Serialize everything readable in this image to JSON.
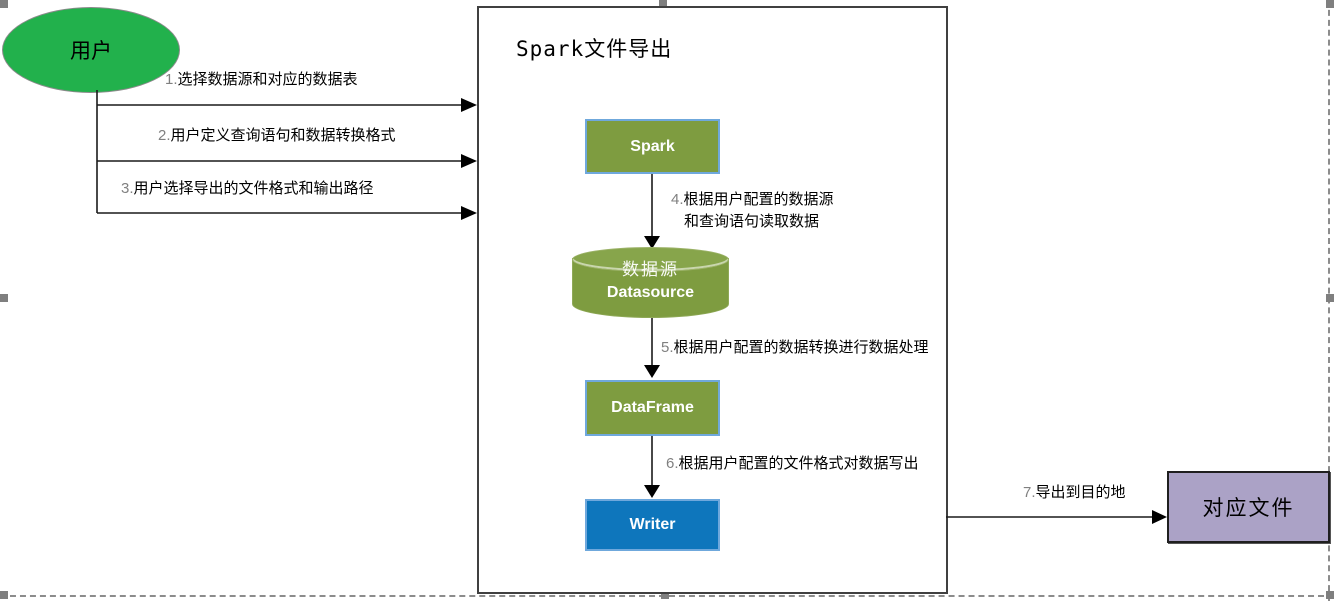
{
  "diagram": {
    "actor": {
      "label": "用户"
    },
    "container": {
      "title": "Spark文件导出"
    },
    "nodes": {
      "spark": "Spark",
      "datasource_zh": "数据源",
      "datasource_en": "Datasource",
      "dataframe": "DataFrame",
      "writer": "Writer",
      "output": "对应文件"
    },
    "steps": [
      {
        "num": "1.",
        "text": "选择数据源和对应的数据表"
      },
      {
        "num": "2.",
        "text": "用户定义查询语句和数据转换格式"
      },
      {
        "num": "3.",
        "text": "用户选择导出的文件格式和输出路径"
      },
      {
        "num": "4.",
        "text": "根据用户配置的数据源",
        "text2": "和查询语句读取数据"
      },
      {
        "num": "5.",
        "text": "根据用户配置的数据转换进行数据处理"
      },
      {
        "num": "6.",
        "text": "根据用户配置的文件格式对数据写出"
      },
      {
        "num": "7.",
        "text": "导出到目的地"
      }
    ],
    "colors": {
      "actor_green": "#22B14C",
      "node_olive": "#7E9C40",
      "node_blue": "#0E76BC",
      "node_border_blue": "#6FA8DC",
      "output_purple": "#ABA2C6",
      "step_number_gray": "#808080",
      "page_edge_gray": "#8C8C8C"
    }
  }
}
